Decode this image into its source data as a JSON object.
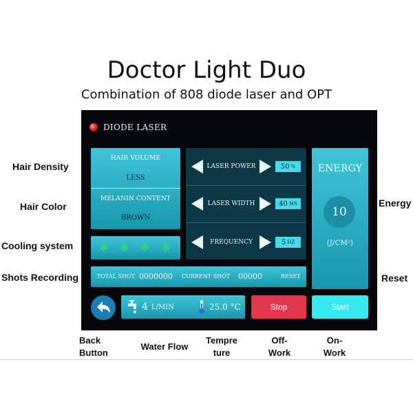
{
  "title": "Doctor Light Duo",
  "subtitle": "Combination of 808 diode laser and OPT",
  "side_labels": {
    "hair_density": "Hair Density",
    "hair_color": "Hair Color",
    "cooling_system": "Cooling system",
    "shots_recording": "Shots Recording",
    "energy": "Energy",
    "reset": "Reset"
  },
  "bottom_labels": {
    "back": "Back\nButton",
    "water_flow": "Water Flow",
    "temperature": "Tempre\nture",
    "off_work": "Off-\nWork",
    "on_work": "On-\nWork"
  },
  "screen": {
    "header": "DIODE LASER",
    "hair_volume_label": "HAIR VOLUME",
    "hair_volume_value": "LESS",
    "melanin_label": "MELANIN CONTENT",
    "melanin_value": "BROWN",
    "laser_power_label": "LASER POWER",
    "laser_power_value": "50",
    "laser_power_unit": "%",
    "laser_width_label": "LASER WIDTH",
    "laser_width_value": "40",
    "laser_width_unit": "MS",
    "frequency_label": "FREQUENCY",
    "frequency_value": "5",
    "frequency_unit": "HZ",
    "energy_label": "ENERGY",
    "energy_value": "10",
    "energy_unit": "(J/CM²)",
    "total_shot_label": "TOTAL SHOT",
    "total_shot_value": "0000000",
    "current_shot_label": "CURRENT SHOT",
    "current_shot_value": "00000",
    "reset_label": "RESET",
    "water_flow_value": "4",
    "water_flow_unit": "L/MIN",
    "temperature_value": "25.0 °C",
    "stop_label": "Stop",
    "start_label": "Start"
  },
  "colors": {
    "panel": "#2bb3c8",
    "dark_panel": "#0f3846",
    "stop": "#e2384f",
    "start": "#37e7f0",
    "snowflake": "#2ae36a",
    "led": "#e0141c"
  },
  "icons": {
    "led": "red-indicator-icon",
    "snowflake": "snowflake-icon",
    "back": "back-arrow-icon",
    "water": "faucet-icon",
    "thermometer": "thermometer-icon"
  }
}
